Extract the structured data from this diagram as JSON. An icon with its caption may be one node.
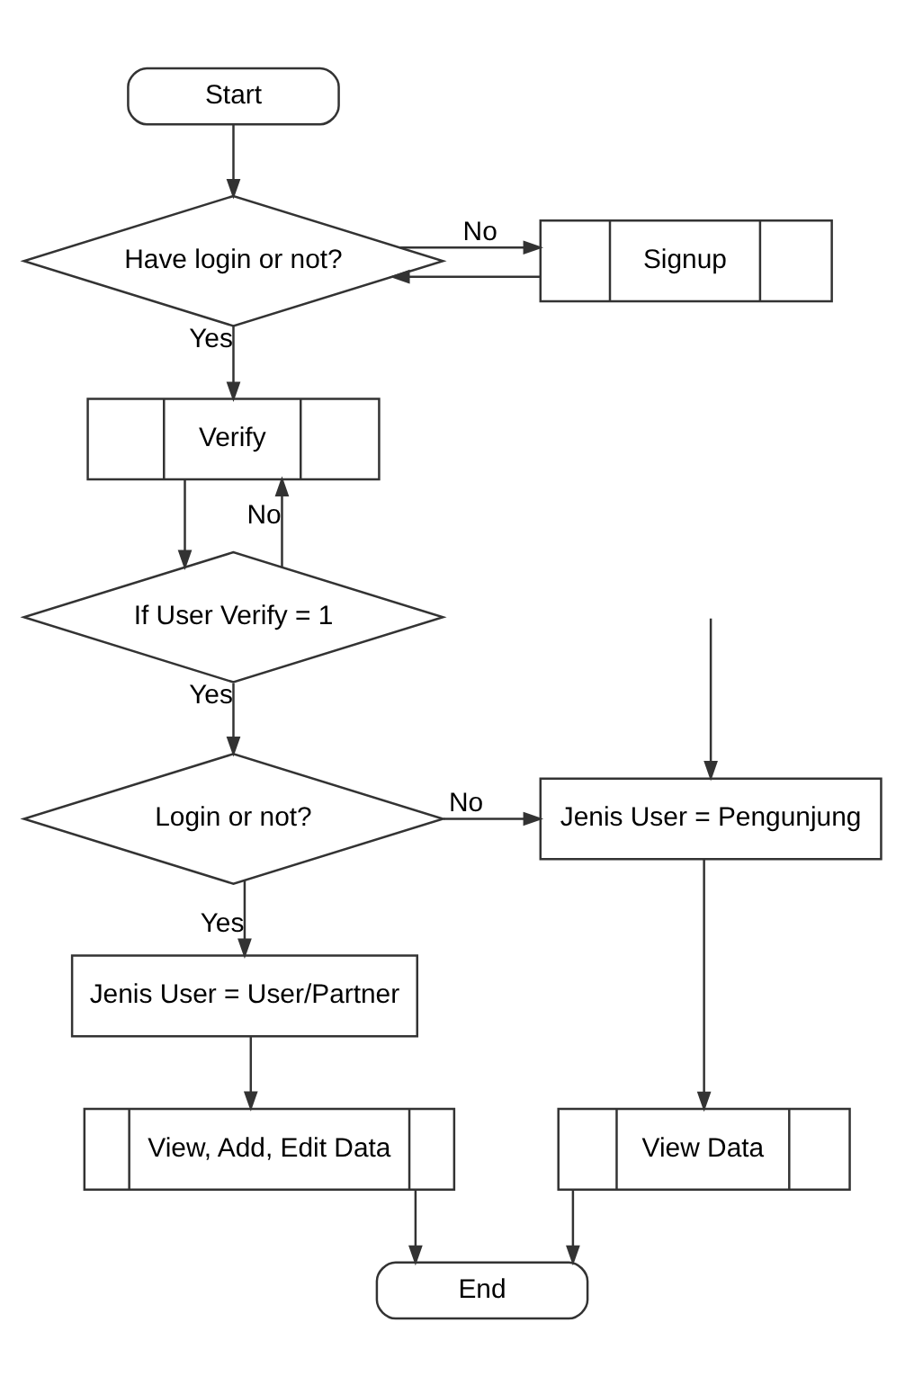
{
  "diagram": {
    "nodes": [
      {
        "text": [
          "Start"
        ]
      },
      {
        "text": [
          "Have login or not?"
        ]
      },
      {
        "text": [
          "Signup"
        ]
      },
      {
        "text": [
          "Verify"
        ]
      },
      {
        "text": [
          "If User Verify = 1"
        ]
      },
      {
        "text": [
          "Login or not?"
        ]
      },
      {
        "text": [
          "Jenis User = Pengunjung"
        ]
      },
      {
        "text": [
          "Jenis User = User/Partner"
        ]
      },
      {
        "text": [
          "View Data"
        ]
      },
      {
        "text": [
          "View, Add, Edit Data"
        ]
      },
      {
        "text": [
          "End"
        ]
      }
    ],
    "edges": [
      {
        "from": 0,
        "to": 1,
        "arrow": "to"
      },
      {
        "from": 1,
        "to": 2,
        "label": "No",
        "arrow": "to"
      },
      {
        "from": 2,
        "to": 1,
        "arrow": "to"
      },
      {
        "from": 1,
        "to": 3,
        "label": "Yes",
        "arrow": "to"
      },
      {
        "from": 3,
        "to": 4,
        "arrow": "to"
      },
      {
        "from": 4,
        "to": 3,
        "label": "No",
        "arrow": "to"
      },
      {
        "from": 4,
        "to": 5,
        "label": "Yes",
        "arrow": "to"
      },
      {
        "from": 5,
        "to": 6,
        "label": "No",
        "arrow": "to"
      },
      {
        "from": null,
        "to": 6,
        "arrow": "to"
      },
      {
        "from": 5,
        "to": 7,
        "label": "Yes",
        "arrow": "to"
      },
      {
        "from": 6,
        "to": 8,
        "arrow": "to"
      },
      {
        "from": 7,
        "to": 9,
        "arrow": "to"
      },
      {
        "from": 9,
        "to": 10,
        "arrow": "to"
      },
      {
        "from": 8,
        "to": 10,
        "arrow": "to"
      }
    ]
  }
}
